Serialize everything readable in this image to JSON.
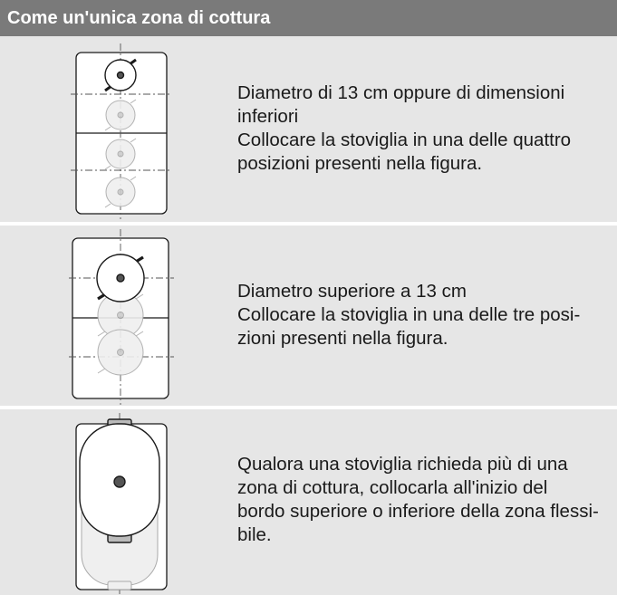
{
  "header": {
    "title": "Come un'unica zona di cottura"
  },
  "rows": [
    {
      "line1": "Diametro di 13 cm oppure di dimensioni\ninferiori",
      "line2": "Collocare la stoviglia in una delle quattro\nposizioni presenti nella figura.",
      "figure_icon": "small-pot-four-positions"
    },
    {
      "line1": "Diametro superiore a 13 cm",
      "line2": "Collocare la stoviglia in una delle tre posi-\nzioni presenti nella figura.",
      "figure_icon": "medium-pot-three-positions"
    },
    {
      "line1": "Qualora una stoviglia richieda più di una\nzona di cottura, collocarla all'inizio del\nbordo superiore o inferiore della zona flessi-\nbile.",
      "figure_icon": "large-oval-pan-positions"
    }
  ]
}
